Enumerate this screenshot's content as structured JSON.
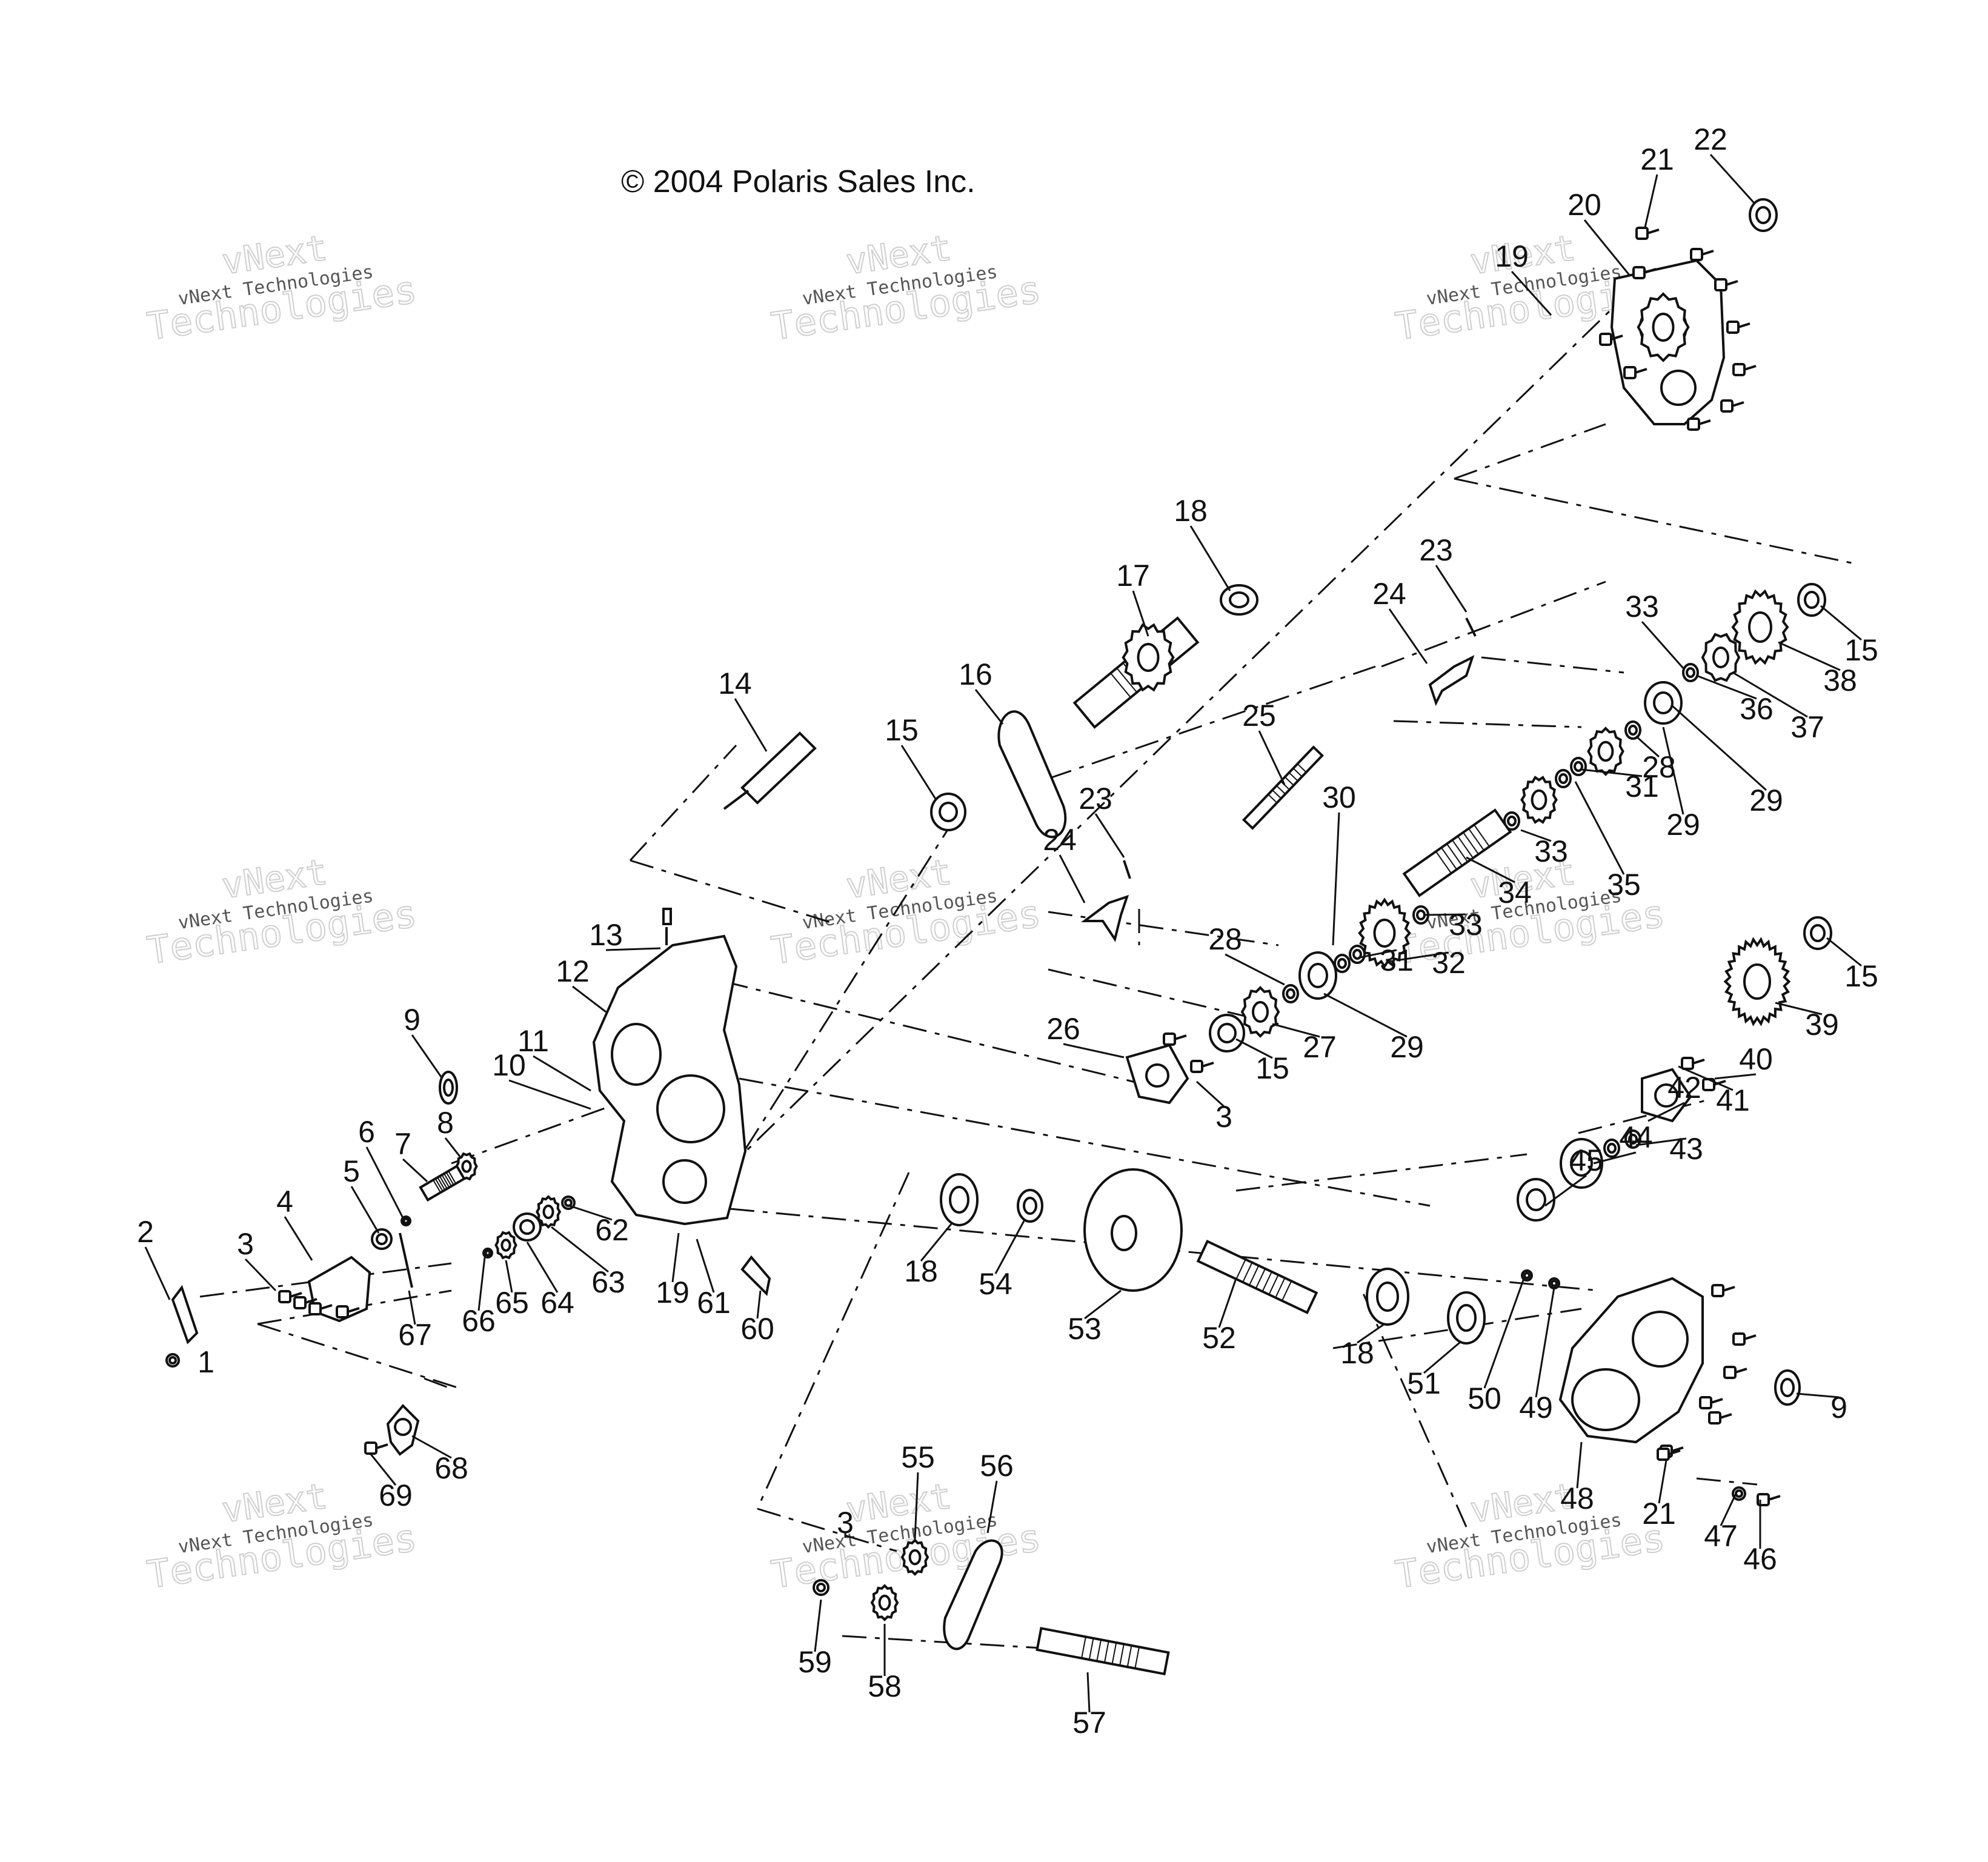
{
  "copyright": "© 2004 Polaris Sales Inc.",
  "watermark": {
    "line1": "vNext",
    "line2": "vNext Technologies",
    "line3": "Technologies"
  },
  "colors": {
    "ink": "#111111",
    "watermark": "#cfcfcf"
  },
  "callouts": [
    "1",
    "2",
    "3",
    "3",
    "3",
    "4",
    "5",
    "6",
    "7",
    "8",
    "9",
    "9",
    "10",
    "11",
    "12",
    "13",
    "14",
    "15",
    "15",
    "15",
    "15",
    "15",
    "16",
    "17",
    "18",
    "18",
    "18",
    "19",
    "19",
    "20",
    "21",
    "21",
    "22",
    "23",
    "23",
    "24",
    "24",
    "25",
    "26",
    "27",
    "28",
    "28",
    "29",
    "29",
    "29",
    "29",
    "30",
    "31",
    "31",
    "32",
    "33",
    "33",
    "33",
    "34",
    "35",
    "36",
    "37",
    "38",
    "39",
    "40",
    "41",
    "42",
    "43",
    "44",
    "45",
    "46",
    "47",
    "48",
    "49",
    "50",
    "51",
    "52",
    "53",
    "54",
    "55",
    "56",
    "57",
    "58",
    "59",
    "60",
    "61",
    "62",
    "63",
    "64",
    "65",
    "66",
    "67",
    "68",
    "69"
  ]
}
